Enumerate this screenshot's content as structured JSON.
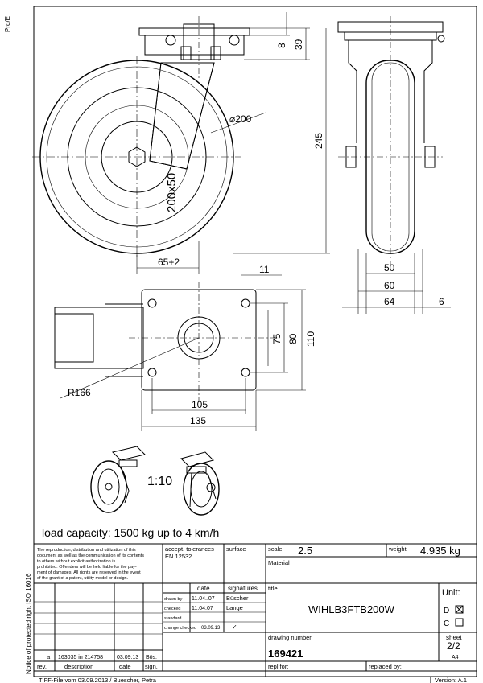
{
  "drawing": {
    "corner_label": "Pro/E",
    "dims": {
      "d8": "8",
      "d39": "39",
      "d245": "245",
      "dia200": "⌀200",
      "tyre": "200x50",
      "d65": "65+2",
      "d11": "11",
      "d50": "50",
      "d60": "60",
      "d64": "64",
      "d6": "6",
      "d75": "75",
      "d80": "80",
      "d110": "110",
      "r166": "R166",
      "d105": "105",
      "d135": "135"
    },
    "scale_note": "1:10",
    "load_capacity": "load capacity: 1500 kg up to 4 km/h"
  },
  "title_block": {
    "notice": [
      "The reproduction, distribution and utilization of this",
      "document as well as the communication of its contents",
      "to others without explicit authorization is",
      "prohibited. Offenders will be held liable for the pay-",
      "ment of damages. All rights are reserved in the event",
      "of the grant of a patent, utility model or design."
    ],
    "side_label": "Notice of protected right ISO 16016",
    "accept_tolerances_label": "accept. tolerances",
    "accept_tolerances_value": "EN 12532",
    "surface_label": "surface",
    "scale_label": "scale",
    "scale_value": "2.5",
    "weight_label": "weight",
    "weight_value": "4.935 kg",
    "material_label": "Material",
    "date_header": "date",
    "signatures_header": "signatures",
    "title_label": "title",
    "title_value": "WIHLB3FTB200W",
    "unit_label": "Unit:",
    "unit_d": "D",
    "unit_c": "C",
    "rows": [
      {
        "label": "drawn by",
        "date": "11.04..07",
        "sign": "Büscher"
      },
      {
        "label": "checked",
        "date": "11.04.07",
        "sign": "Lange"
      },
      {
        "label": "standard",
        "date": "",
        "sign": ""
      },
      {
        "label": "change checked",
        "date": "03.09.13",
        "sign": "✓"
      }
    ],
    "drawing_number_label": "drawing number",
    "drawing_number": "169421",
    "sheet_label": "sheet",
    "sheet_value": "2/2",
    "format": "A4",
    "rev_row": {
      "rev": "a",
      "description": "163035 in 214758",
      "date": "03.09.13",
      "sign": "Bös."
    },
    "rev_headers": {
      "rev": "rev.",
      "description": "description",
      "date": "date",
      "sign": "sign."
    },
    "repl_for_label": "repl.for:",
    "replaced_by_label": "replaced by:",
    "footer_left": "TIFF-File vom 03.09.2013 / Buescher, Petra",
    "version": "Version: A.1"
  }
}
